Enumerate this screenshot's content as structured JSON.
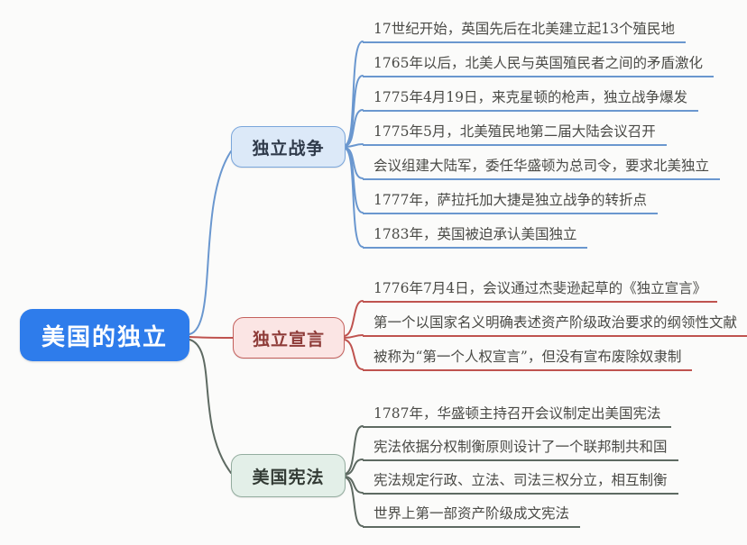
{
  "canvas": {
    "background": "#fbfbfa"
  },
  "root": {
    "label": "美国的独立",
    "fill": "#2e7ceb",
    "text_color": "#ffffff"
  },
  "branches": [
    {
      "label": "独立战争",
      "fill": "#dce9f8",
      "border": "#7aa6db",
      "line": "#6a97cf",
      "text_color": "#2f3a4a",
      "items": [
        "17世纪开始，英国先后在北美建立起13个殖民地",
        "1765年以后，北美人民与英国殖民者之间的矛盾激化",
        "1775年4月19日，来克星顿的枪声，独立战争爆发",
        "1775年5月，北美殖民地第二届大陆会议召开",
        "会议组建大陆军，委任华盛顿为总司令，要求北美独立",
        "1777年，萨拉托加大捷是独立战争的转折点",
        "1783年，英国被迫承认美国独立"
      ]
    },
    {
      "label": "独立宣言",
      "fill": "#fbe5e4",
      "border": "#c4605c",
      "line": "#bf534f",
      "text_color": "#8e3b38",
      "items": [
        "1776年7月4日，会议通过杰斐逊起草的《独立宣言》",
        "第一个以国家名义明确表述资产阶级政治要求的纲领性文献",
        "被称为“第一个人权宣言”，但没有宣布废除奴隶制"
      ]
    },
    {
      "label": "美国宪法",
      "fill": "#e3efe8",
      "border": "#94ad9f",
      "line": "#5e6a62",
      "text_color": "#333b35",
      "items": [
        "1787年，华盛顿主持召开会议制定出美国宪法",
        "宪法依据分权制衡原则设计了一个联邦制共和国",
        "宪法规定行政、立法、司法三权分立，相互制衡",
        "世界上第一部资产阶级成文宪法"
      ]
    }
  ]
}
